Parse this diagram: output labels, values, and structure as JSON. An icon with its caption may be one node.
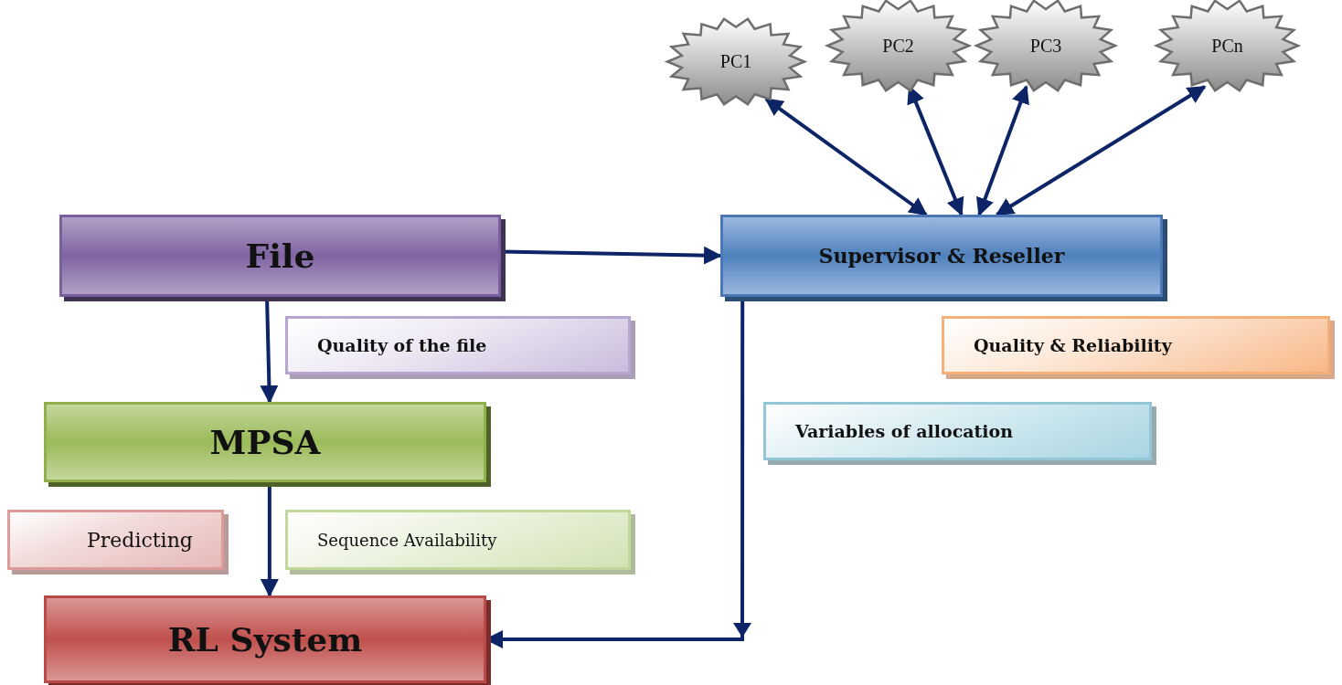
{
  "diagram": {
    "nodes": [
      {
        "text": [
          "PC1"
        ]
      },
      {
        "text": [
          "PC2"
        ]
      },
      {
        "text": [
          "PC3"
        ]
      },
      {
        "text": [
          "PCn"
        ]
      },
      {
        "text": [
          "File"
        ]
      },
      {
        "text": [
          "Supervisor & Reseller"
        ]
      },
      {
        "text": [
          "Quality of the file"
        ]
      },
      {
        "text": [
          "Quality & Reliability"
        ]
      },
      {
        "text": [
          "MPSA"
        ]
      },
      {
        "text": [
          "Variables of allocation"
        ]
      },
      {
        "text": [
          "Predicting"
        ]
      },
      {
        "text": [
          "Sequence Availability"
        ]
      },
      {
        "text": [
          "RL System"
        ]
      }
    ],
    "edges": [
      {
        "from": 0,
        "to": 5,
        "arrow": "both"
      },
      {
        "from": 1,
        "to": 5,
        "arrow": "both"
      },
      {
        "from": 2,
        "to": 5,
        "arrow": "both"
      },
      {
        "from": 3,
        "to": 5,
        "arrow": "both"
      },
      {
        "from": 4,
        "to": 5,
        "arrow": "to"
      },
      {
        "from": 4,
        "to": 8,
        "arrow": "to"
      },
      {
        "from": 8,
        "to": 12,
        "arrow": "to"
      },
      {
        "from": 5,
        "to": 12,
        "arrow": "to"
      }
    ]
  }
}
